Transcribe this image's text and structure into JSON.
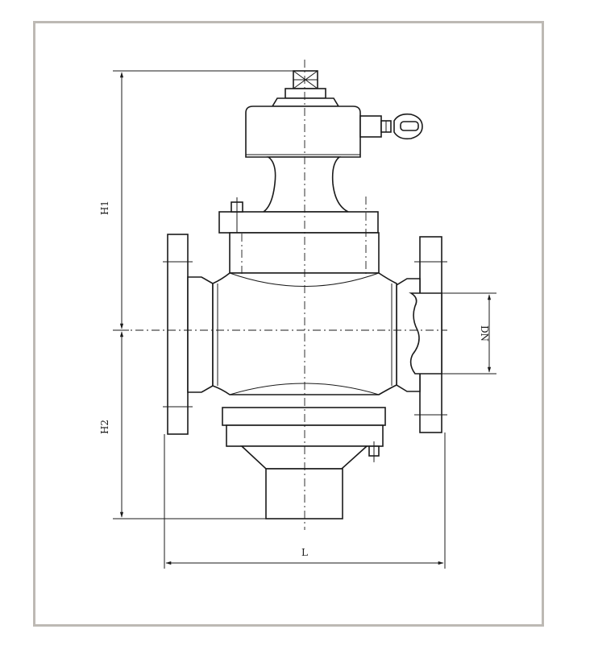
{
  "dimensions": {
    "h1": "H1",
    "h2": "H2",
    "dn": "DN",
    "l": "L"
  },
  "colors": {
    "line": "#1a1a1a",
    "frame": "#bdb9b4",
    "background": "#ffffff"
  }
}
